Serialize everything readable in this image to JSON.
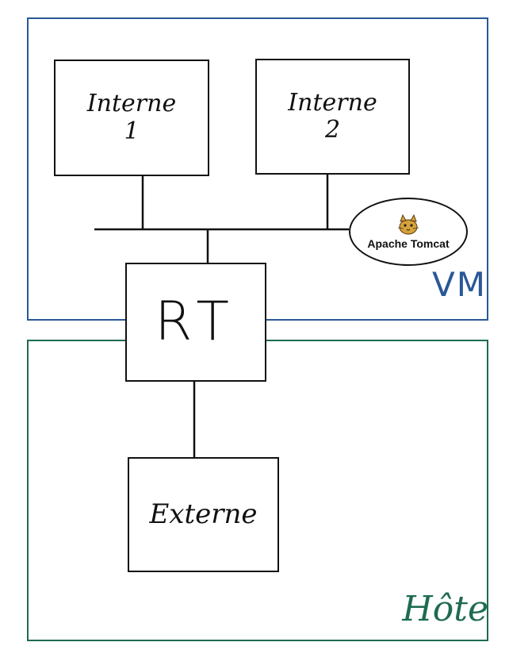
{
  "zones": {
    "vm": {
      "label": "VM",
      "color": "#2a5898"
    },
    "hote": {
      "label": "Hôte",
      "color": "#1f6b50"
    }
  },
  "nodes": {
    "interne1": {
      "name": "Interne",
      "num": "1"
    },
    "interne2": {
      "name": "Interne",
      "num": "2"
    },
    "rt": {
      "name": "RT"
    },
    "externe": {
      "name": "Externe"
    }
  },
  "service": {
    "label": "Apache Tomcat",
    "icon": "tomcat-cat-icon"
  }
}
